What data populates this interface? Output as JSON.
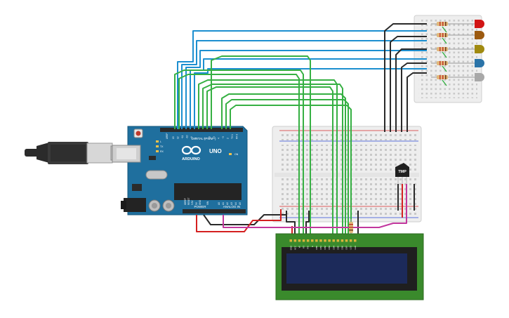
{
  "arduino": {
    "brand": "ARDUINO",
    "model": "UNO",
    "digital_header_label": "DIGITAL (PWM~)",
    "power_label": "POWER",
    "analog_label": "ANALOG IN",
    "aref_label": "AREF",
    "gnd_label": "GND",
    "on_label": "ON",
    "tx_label": "TX",
    "rx_label": "RX",
    "l_label": "L",
    "ioref_label": "IOREF",
    "reset_label": "RESET",
    "v33_label": "3.3V",
    "v5_label": "5V",
    "vin_label": "VIN",
    "analog_pins": [
      "A0",
      "A1",
      "A2",
      "A3",
      "A4",
      "A5"
    ],
    "digital_pins_high": [
      "13",
      "12",
      "~11",
      "~10",
      "~9",
      "8"
    ],
    "digital_pins_low": [
      "7",
      "~6",
      "~5",
      "4",
      "~3",
      "2",
      "TX 1",
      "RX 0"
    ]
  },
  "sensor": {
    "label": "TMP"
  },
  "led_colors": [
    "#d11414",
    "#9c5a10",
    "#a08a10",
    "#2a73a8",
    "#a8a8a8"
  ],
  "wire_colors": {
    "blue": "#1c8fd0",
    "green": "#36b043",
    "black": "#2a2a2a",
    "red": "#d42020",
    "magenta": "#c2379e"
  },
  "lcd_pin_labels": [
    "GND",
    "VCC",
    "V0",
    "RS",
    "RW",
    "E",
    "DB0",
    "DB1",
    "DB2",
    "DB3",
    "DB4",
    "DB5",
    "DB6",
    "DB7",
    "LED",
    "LED"
  ]
}
